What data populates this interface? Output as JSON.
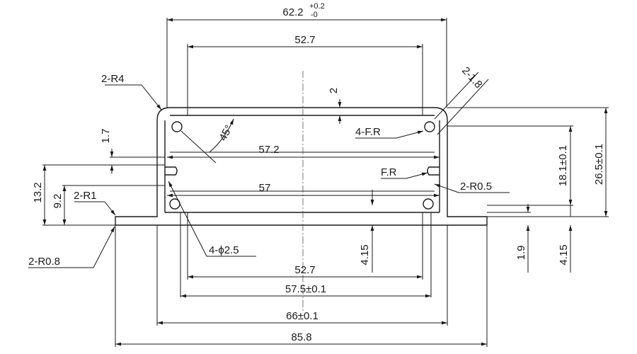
{
  "diagram": {
    "dimensions": {
      "top_width": "62.2",
      "tol_upper": "+0.2",
      "tol_lower": "-0",
      "top_inner": "52.7",
      "wall": "2",
      "chamfer": "2-1.8",
      "corner_r4": "2-R4",
      "angle": "45°",
      "fr4": "4-F.R",
      "rib_gap": "1.7",
      "slot_upper": "57.2",
      "fr": "F.R",
      "slot_lower": "57",
      "r05": "2-R0.5",
      "height_181": "18.1±0.1",
      "height_265": "26.5±0.1",
      "h132": "13.2",
      "h92": "9.2",
      "r1": "2-R1",
      "r08": "2-R0.8",
      "holes": "4-ϕ2.5",
      "h415_left": "4.15",
      "h19": "1.9",
      "h415_right": "4.15",
      "bottom_inner": "52.7",
      "bottom_575": "57.5±0.1",
      "bottom_66": "66±0.1",
      "total_width": "85.8"
    }
  }
}
